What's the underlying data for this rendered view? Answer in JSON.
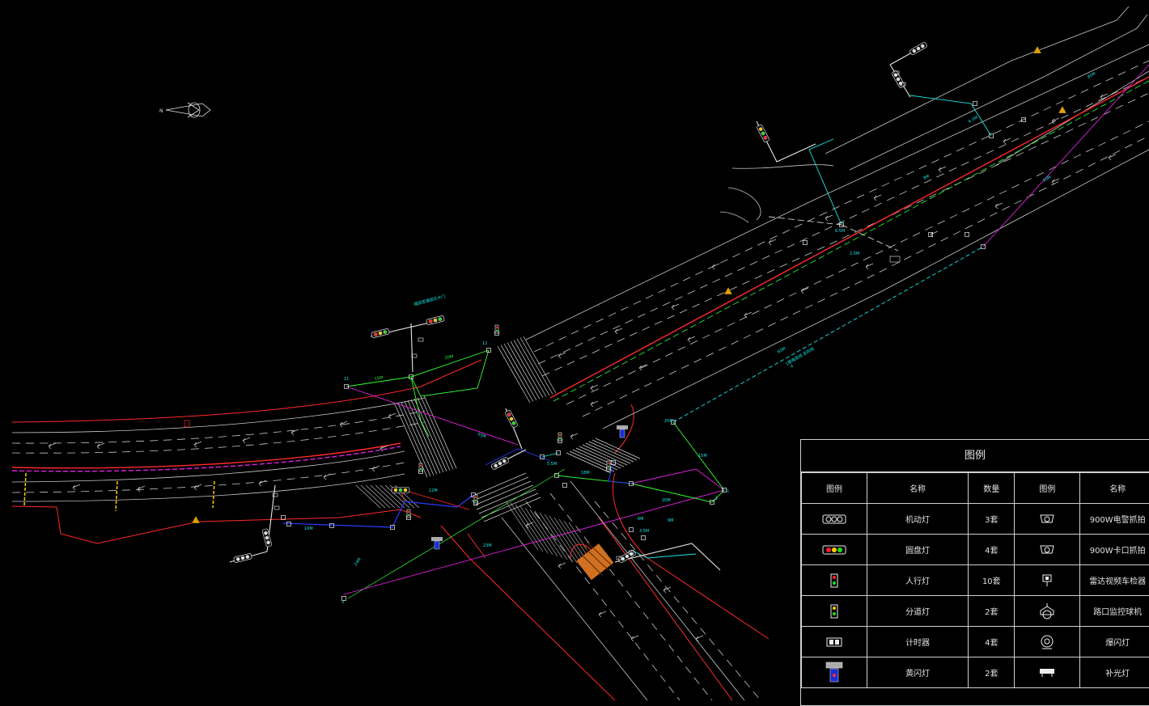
{
  "legend": {
    "title": "图例",
    "headers": [
      "图例",
      "名称",
      "数量",
      "图例",
      "名称"
    ],
    "rows": [
      {
        "icon_left": "traffic-signal-horizontal-icon",
        "name": "机动灯",
        "qty": "3套",
        "icon_right": "dome-camera-icon",
        "name_right": "900W电警抓拍"
      },
      {
        "icon_left": "traffic-signal-color-icon",
        "name": "圆盘灯",
        "qty": "4套",
        "icon_right": "dome-camera-icon",
        "name_right": "900W卡口抓拍"
      },
      {
        "icon_left": "pedestrian-light-icon",
        "name": "人行灯",
        "qty": "10套",
        "icon_right": "radar-detector-icon",
        "name_right": "雷达视频车检器"
      },
      {
        "icon_left": "direction-light-icon",
        "name": "分道灯",
        "qty": "2套",
        "icon_right": "ptz-camera-icon",
        "name_right": "路口监控球机"
      },
      {
        "icon_left": "countdown-timer-icon",
        "name": "计时器",
        "qty": "4套",
        "icon_right": "flash-lamp-icon",
        "name_right": "爆闪灯"
      },
      {
        "icon_left": "solar-yellow-flash-icon",
        "name": "黄闪灯",
        "qty": "2套",
        "icon_right": "fill-light-icon",
        "name_right": "补光灯"
      }
    ]
  },
  "annotations": {
    "north_arrow": "N",
    "callouts": [
      "福田至福田北大门",
      "15M",
      "20M",
      "12",
      "11",
      "10M",
      "12M",
      "93M",
      "5.5M",
      "18M",
      "20M",
      "6M",
      "3.5M",
      "24M",
      "23M",
      "9M",
      "15M",
      "6.5M",
      "8M",
      "50M",
      "65M",
      "85M",
      "6.5M",
      "2.5M",
      "25M",
      "1",
      "2",
      "3",
      "4",
      "L1",
      "1路电缆线\n走向线"
    ]
  },
  "colors": {
    "background": "#000000",
    "road_edge": "#ff2a2a",
    "lane_line": "#c8c8c8",
    "cable_cyan": "#19e6e6",
    "cable_green": "#33ff33",
    "cable_magenta": "#e020e0",
    "cable_blue": "#2a3cff",
    "warning_yellow": "#ffcc00",
    "legend_border": "#cfcfcf"
  }
}
